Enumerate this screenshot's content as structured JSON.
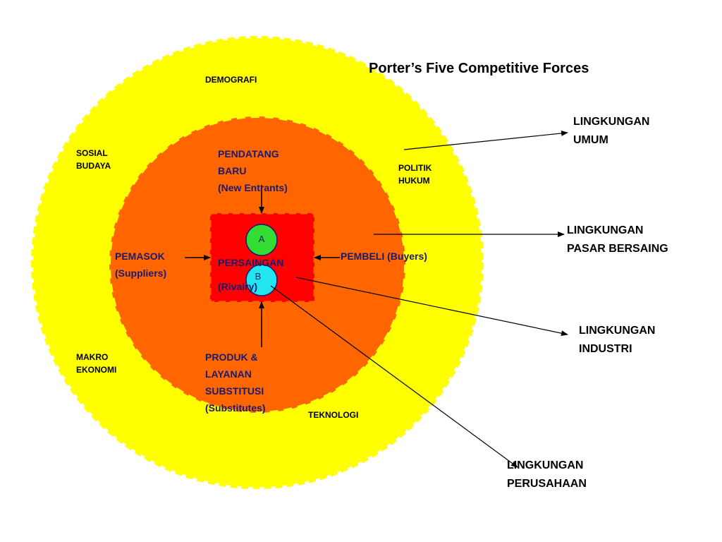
{
  "title": "Porter’s Five Competitive Forces",
  "colors": {
    "outer_ring": "#ffff00",
    "inner_ring": "#ff6600",
    "core": "#ff0000",
    "circle_a": "#33dd33",
    "circle_b": "#22e5f2",
    "text_force": "#1a1a6e"
  },
  "macro_environment": {
    "demografi": "DEMOGRAFI",
    "sosial_budaya": [
      "SOSIAL",
      "BUDAYA"
    ],
    "politik_hukum": [
      "POLITIK",
      "HUKUM"
    ],
    "makro_ekonomi": [
      "MAKRO",
      "EKONOMI"
    ],
    "teknologi": "TEKNOLOGI"
  },
  "forces": {
    "new_entrants": [
      "PENDATANG",
      "BARU",
      "(New Entrants)"
    ],
    "suppliers": [
      "PEMASOK",
      "(Suppliers)"
    ],
    "buyers": "PEMBELI (Buyers)",
    "rivalry": [
      "PERSAINGAN",
      "(Rivalry)"
    ],
    "substitutes": [
      "PRODUK &",
      "LAYANAN",
      "SUBSTITUSI",
      "(Substitutes)"
    ]
  },
  "circles": {
    "a": "A",
    "b": "B"
  },
  "environment_levels": {
    "umum": [
      "LINGKUNGAN",
      "UMUM"
    ],
    "pasar_bersaing": [
      "LINGKUNGAN",
      "PASAR BERSAING"
    ],
    "industri": [
      "LINGKUNGAN",
      "INDUSTRI"
    ],
    "perusahaan": [
      "LINGKUNGAN",
      "PERUSAHAAN"
    ]
  }
}
